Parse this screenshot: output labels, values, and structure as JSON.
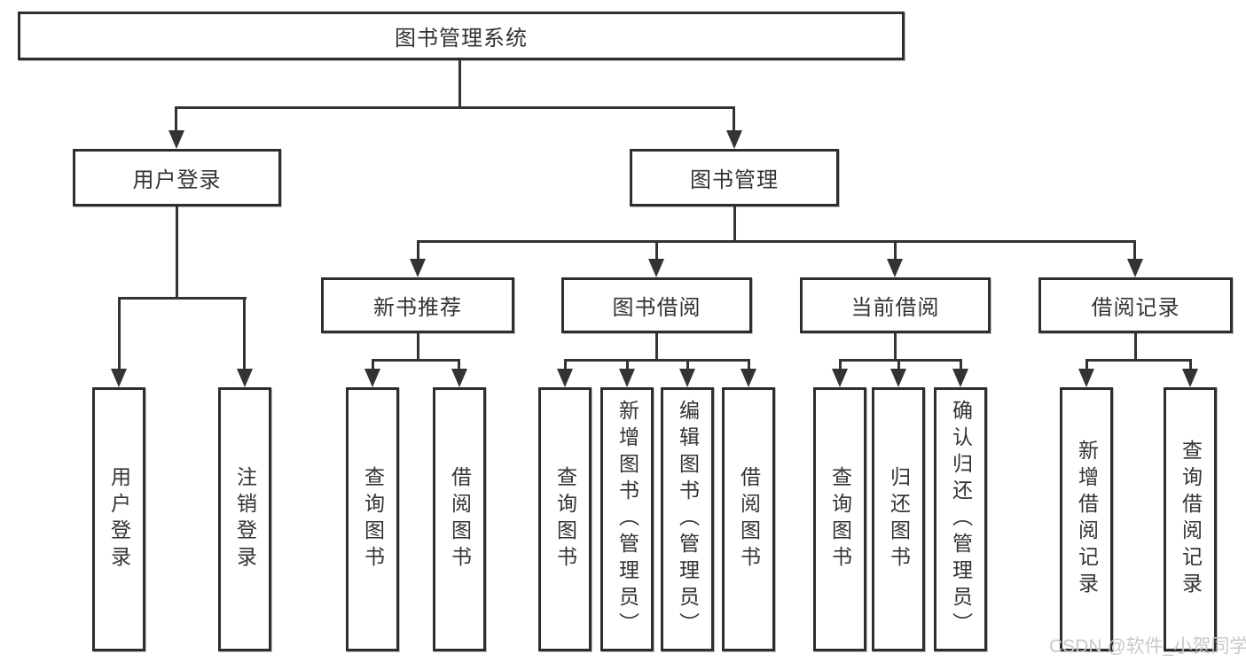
{
  "diagram": {
    "title": "图书管理系统",
    "tree": {
      "root": {
        "label": "图书管理系统",
        "children": [
          {
            "label": "用户登录",
            "children": [
              {
                "label": "用户登录"
              },
              {
                "label": "注销登录"
              }
            ]
          },
          {
            "label": "图书管理",
            "children": [
              {
                "label": "新书推荐",
                "children": [
                  {
                    "label": "查询图书"
                  },
                  {
                    "label": "借阅图书"
                  }
                ]
              },
              {
                "label": "图书借阅",
                "children": [
                  {
                    "label": "查询图书"
                  },
                  {
                    "label": "新增图书（管理员）"
                  },
                  {
                    "label": "编辑图书（管理员）"
                  },
                  {
                    "label": "借阅图书"
                  }
                ]
              },
              {
                "label": "当前借阅",
                "children": [
                  {
                    "label": "查询图书"
                  },
                  {
                    "label": "归还图书"
                  },
                  {
                    "label": "确认归还（管理员）"
                  }
                ]
              },
              {
                "label": "借阅记录",
                "children": [
                  {
                    "label": "新增借阅记录"
                  },
                  {
                    "label": "查询借阅记录"
                  }
                ]
              }
            ]
          }
        ]
      }
    }
  },
  "watermark": {
    "text": "CSDN @软件_小贺同学"
  },
  "colors": {
    "line": "#333333",
    "border": "#2e2e2e",
    "text": "#333333",
    "watermark": "#c9c9c9",
    "background": "#ffffff"
  }
}
